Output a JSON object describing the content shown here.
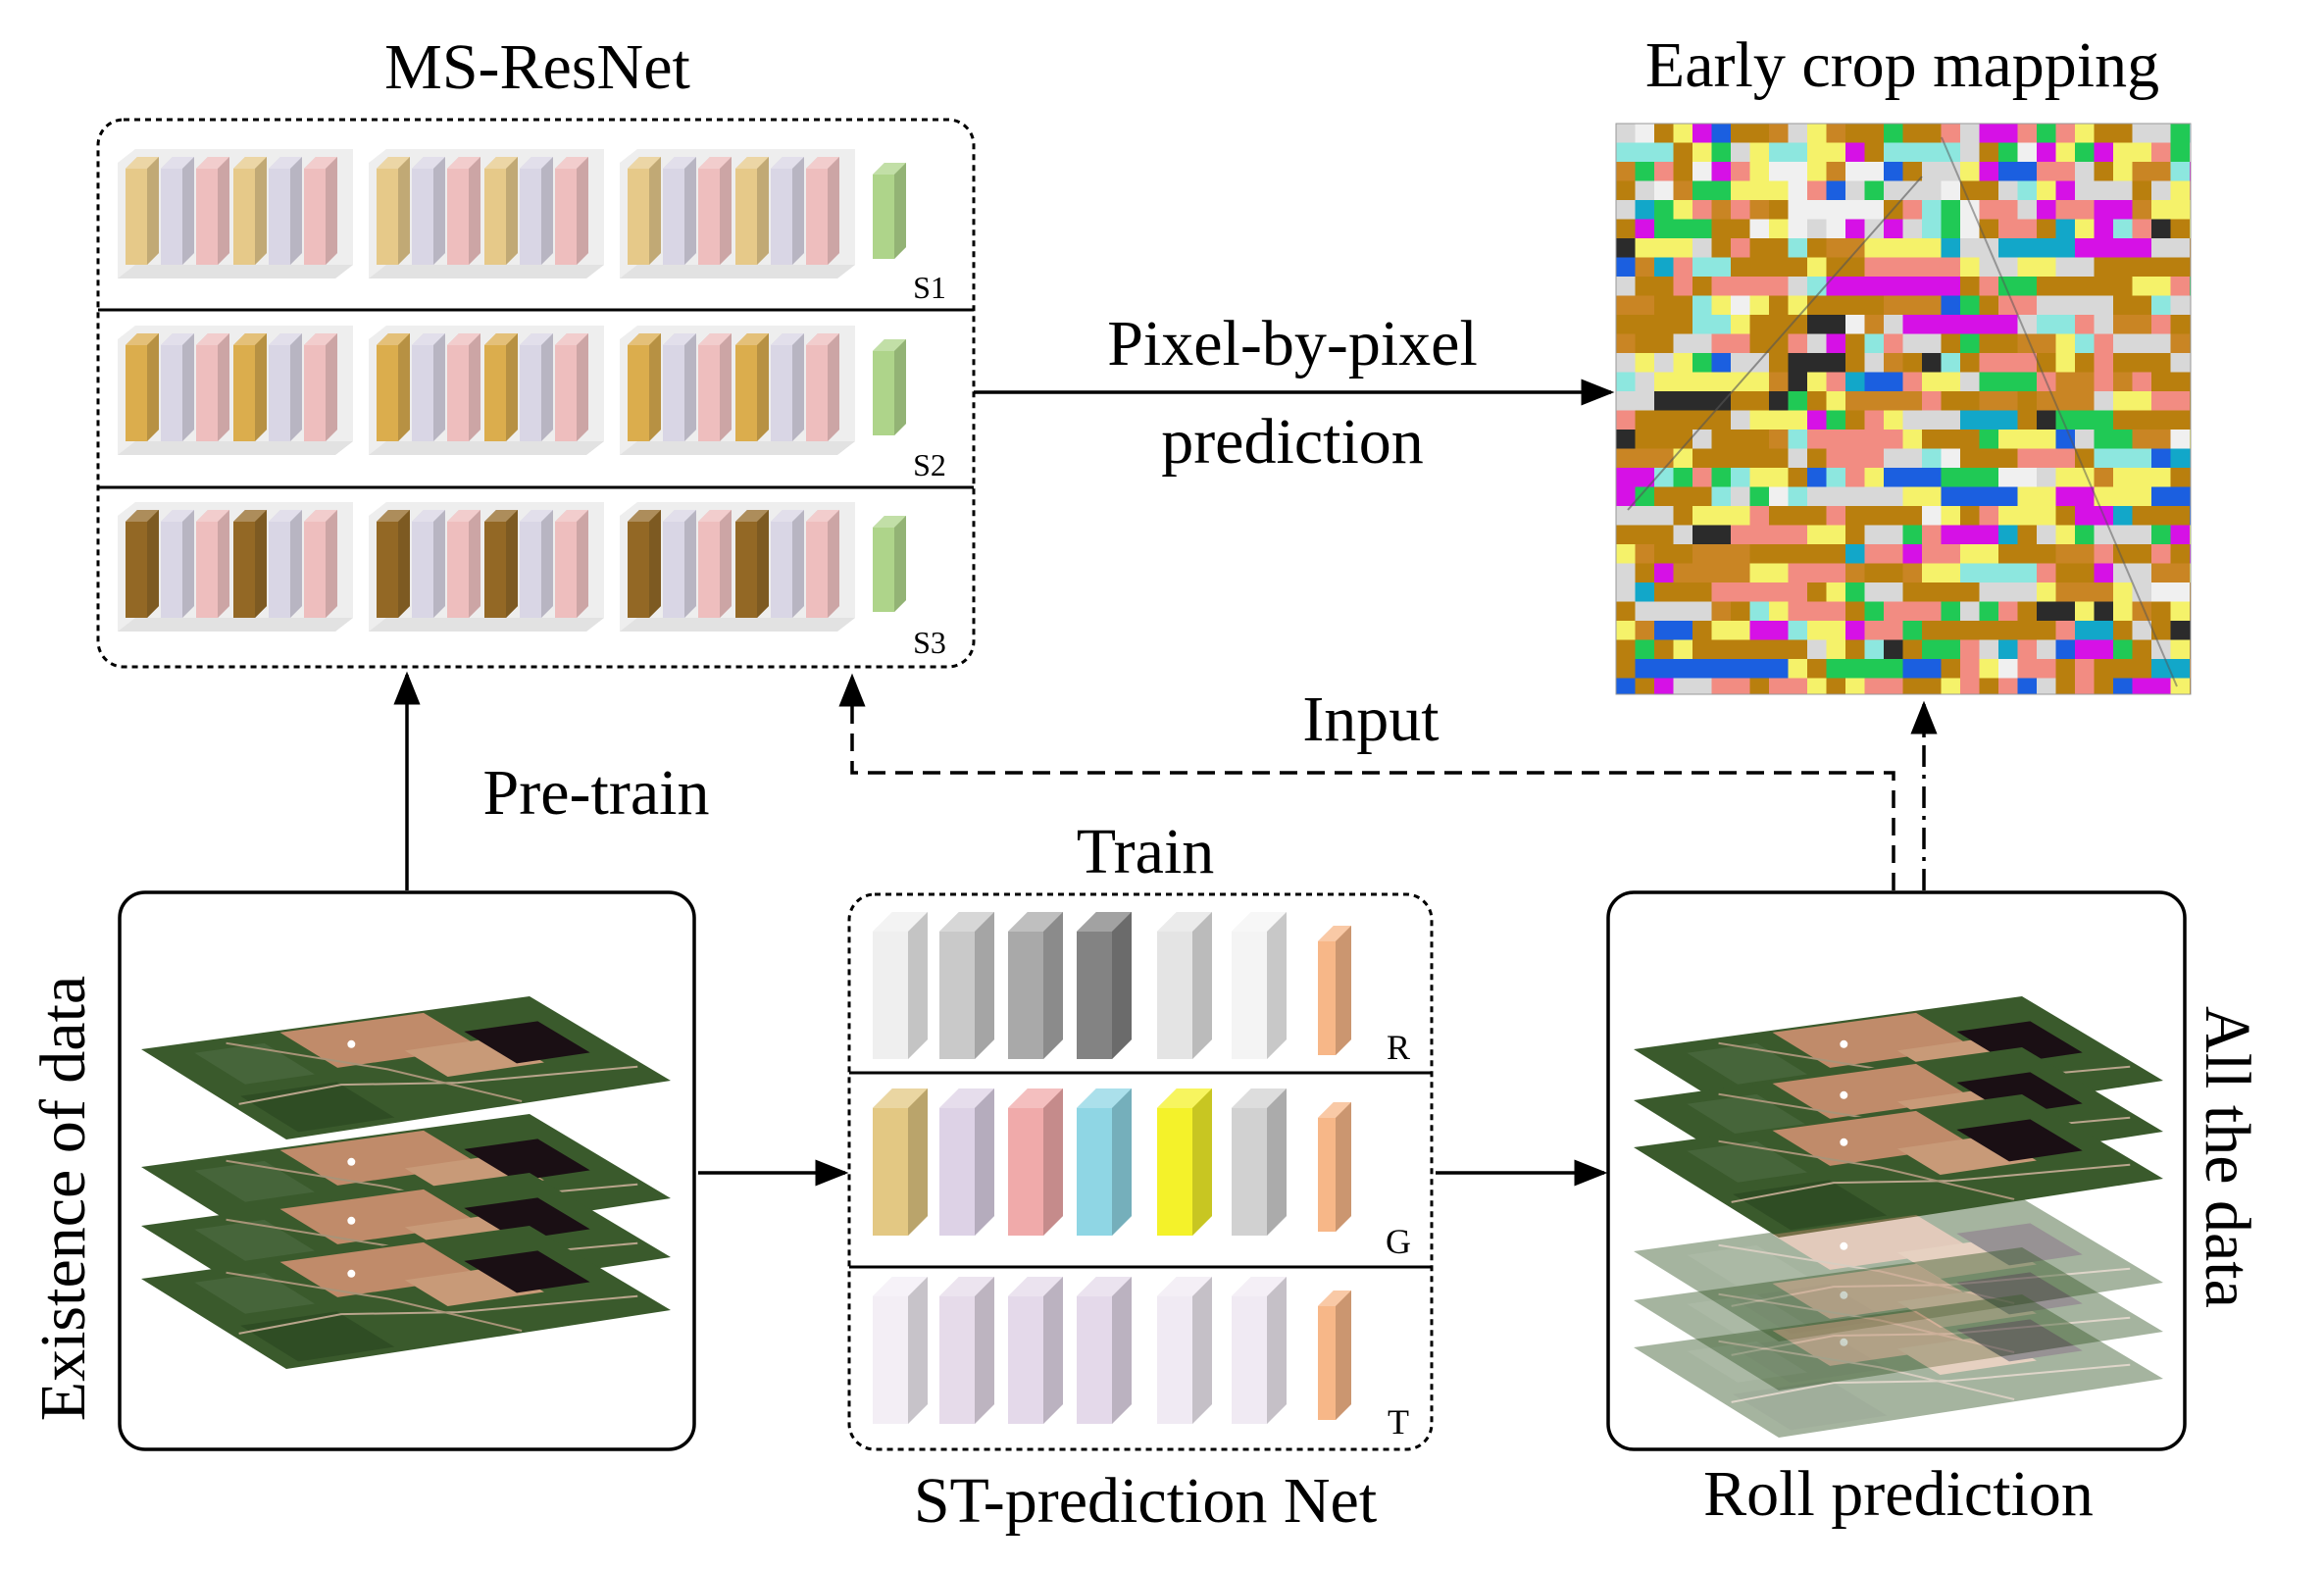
{
  "labels": {
    "ms_resnet_title": "MS-ResNet",
    "early_crop_title": "Early crop mapping",
    "pixel_line1": "Pixel-by-pixel",
    "pixel_line2": "prediction",
    "input": "Input",
    "pretrain": "Pre-train",
    "train": "Train",
    "st_net": "ST-prediction Net",
    "roll": "Roll prediction",
    "existence": "Existence of data",
    "all_data": "All the data"
  },
  "ms_resnet": {
    "rows": [
      {
        "label": "S1",
        "accent": "#e6c57f"
      },
      {
        "label": "S2",
        "accent": "#d9a63c"
      },
      {
        "label": "S3",
        "accent": "#8a5a10"
      }
    ],
    "output_color": "#a6d07e"
  },
  "st_net": {
    "rows": [
      {
        "label": "R",
        "colors": [
          "#efefef",
          "#c9c9c9",
          "#a9a9a9",
          "#838383",
          "#e4e4e4",
          "#f4f4f4"
        ]
      },
      {
        "label": "G",
        "colors": [
          "#e3c883",
          "#ddd2e6",
          "#f0aaaa",
          "#8fd6e4",
          "#f4f22a",
          "#d1d1d1"
        ]
      },
      {
        "label": "T",
        "colors": [
          "#f3eef5",
          "#e6dbea",
          "#e4d9ea",
          "#e4d9ea",
          "#f0eaf3",
          "#f0eaf3"
        ]
      }
    ],
    "output_color": "#f7b788"
  },
  "crop_palette": [
    "#b97f0e",
    "#f5f26a",
    "#f28c82",
    "#d8d8d8",
    "#8de7df",
    "#d611e6",
    "#1b5fe0",
    "#20c955",
    "#12a7c9",
    "#2b2b2b",
    "#c98524",
    "#f0f0f0"
  ]
}
